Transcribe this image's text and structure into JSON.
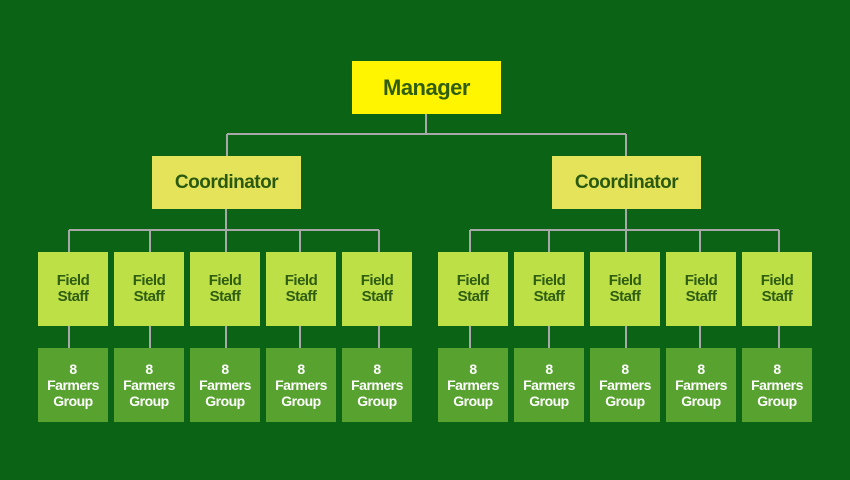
{
  "colors": {
    "background": "#0b6416",
    "manager": "#fff500",
    "coordinator": "#e5e35a",
    "field_staff": "#bce045",
    "farmers_group": "#58a32f",
    "connector": "#a8a8a8"
  },
  "manager": {
    "label": "Manager"
  },
  "coordinators": [
    {
      "label": "Coordinator",
      "field_staff": [
        {
          "label_1": "Field",
          "label_2": "Staff",
          "group": {
            "count": "8",
            "label_1": "Farmers",
            "label_2": "Group"
          }
        },
        {
          "label_1": "Field",
          "label_2": "Staff",
          "group": {
            "count": "8",
            "label_1": "Farmers",
            "label_2": "Group"
          }
        },
        {
          "label_1": "Field",
          "label_2": "Staff",
          "group": {
            "count": "8",
            "label_1": "Farmers",
            "label_2": "Group"
          }
        },
        {
          "label_1": "Field",
          "label_2": "Staff",
          "group": {
            "count": "8",
            "label_1": "Farmers",
            "label_2": "Group"
          }
        },
        {
          "label_1": "Field",
          "label_2": "Staff",
          "group": {
            "count": "8",
            "label_1": "Farmers",
            "label_2": "Group"
          }
        }
      ]
    },
    {
      "label": "Coordinator",
      "field_staff": [
        {
          "label_1": "Field",
          "label_2": "Staff",
          "group": {
            "count": "8",
            "label_1": "Farmers",
            "label_2": "Group"
          }
        },
        {
          "label_1": "Field",
          "label_2": "Staff",
          "group": {
            "count": "8",
            "label_1": "Farmers",
            "label_2": "Group"
          }
        },
        {
          "label_1": "Field",
          "label_2": "Staff",
          "group": {
            "count": "8",
            "label_1": "Farmers",
            "label_2": "Group"
          }
        },
        {
          "label_1": "Field",
          "label_2": "Staff",
          "group": {
            "count": "8",
            "label_1": "Farmers",
            "label_2": "Group"
          }
        },
        {
          "label_1": "Field",
          "label_2": "Staff",
          "group": {
            "count": "8",
            "label_1": "Farmers",
            "label_2": "Group"
          }
        }
      ]
    }
  ]
}
